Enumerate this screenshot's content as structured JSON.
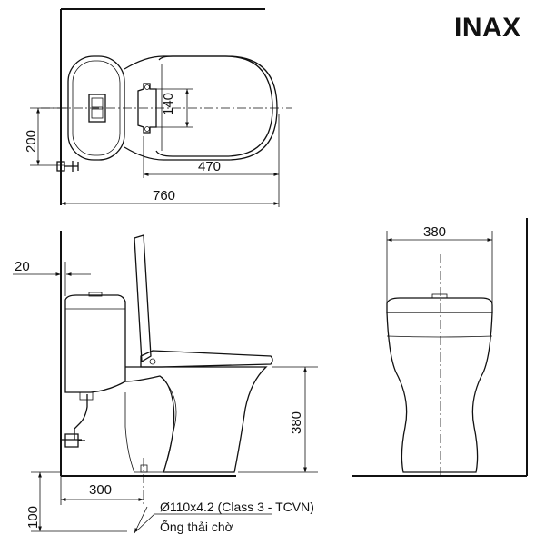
{
  "brand": "INAX",
  "top_view": {
    "dim_200": "200",
    "dim_140": "140",
    "dim_470": "470",
    "dim_760": "760"
  },
  "side_view": {
    "dim_20": "20",
    "dim_380": "380",
    "dim_300": "300",
    "dim_100": "100",
    "drain_spec": "Ø110x4.2 (Class 3 - TCVN)",
    "drain_label": "Ống thải chờ"
  },
  "front_view": {
    "dim_380": "380"
  }
}
